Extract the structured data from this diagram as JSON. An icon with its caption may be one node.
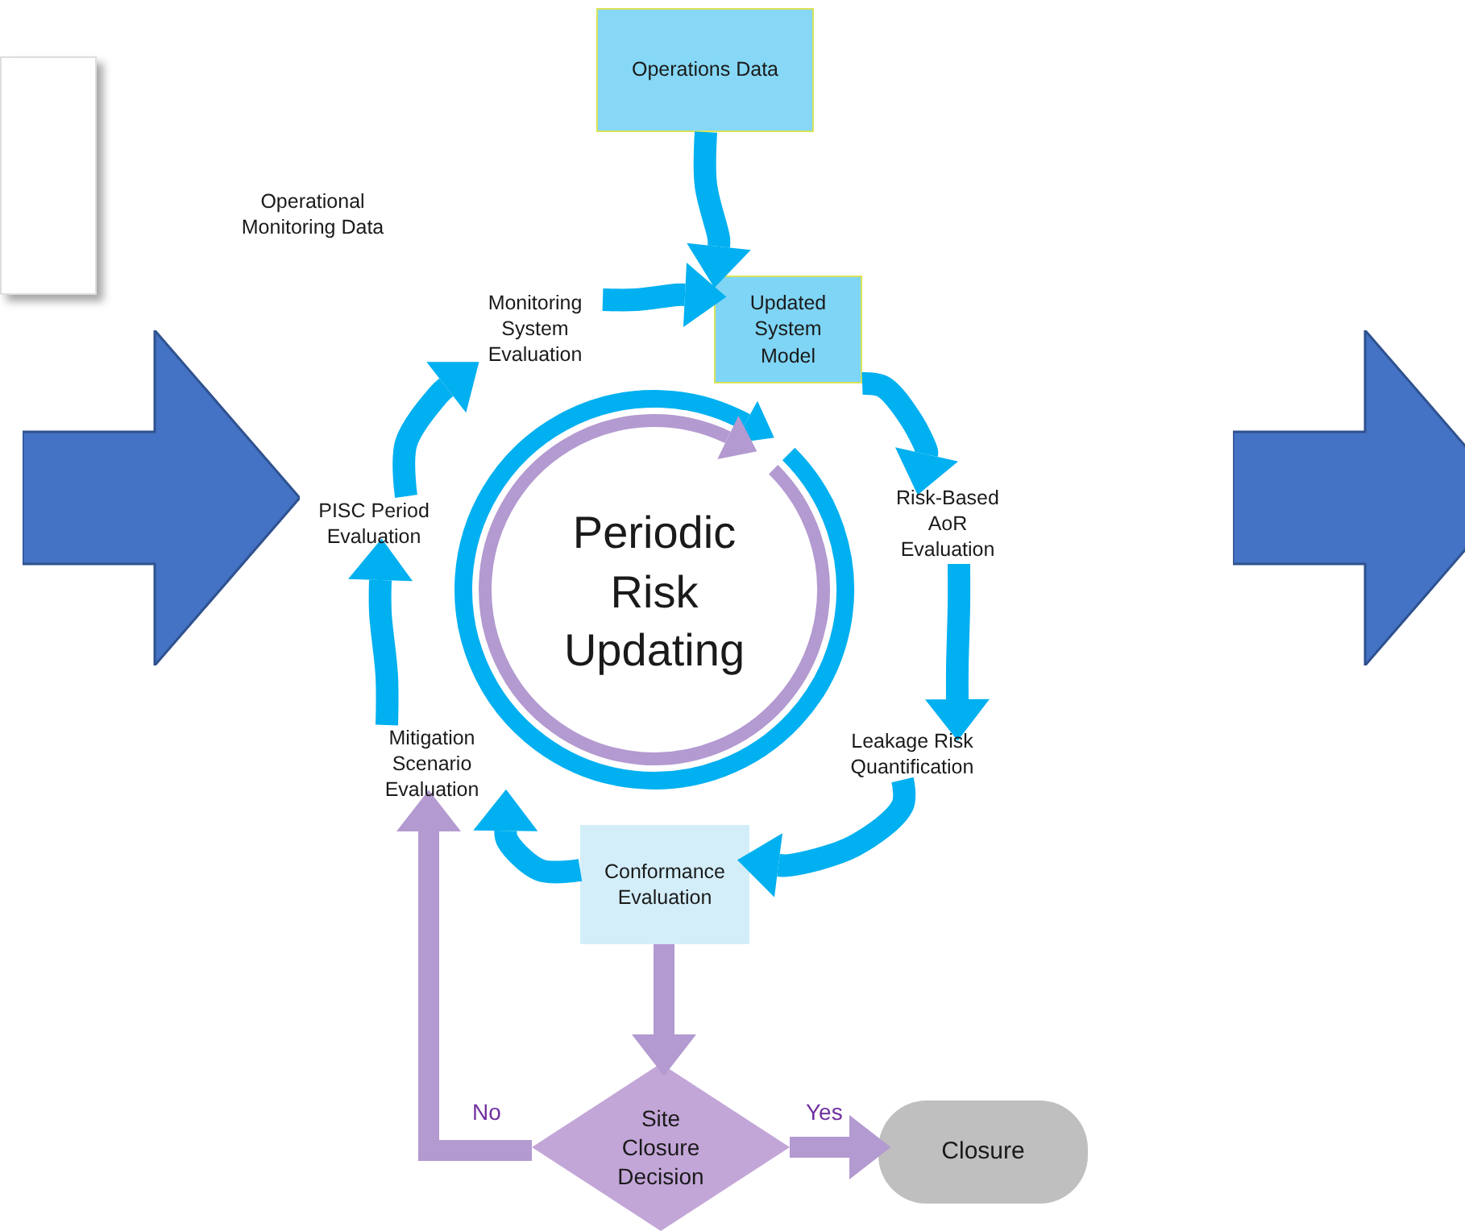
{
  "diagram": {
    "nodes": [
      {
        "text": [
          "Operations Data"
        ]
      },
      {
        "text": [
          "Updated System Model"
        ]
      },
      {
        "text": [
          "Risk-Based AoR Evaluation"
        ]
      },
      {
        "text": [
          "Leakage Risk Quantification"
        ]
      },
      {
        "text": [
          "Conformance Evaluation"
        ]
      },
      {
        "text": [
          "Mitigation Scenario Evaluation"
        ]
      },
      {
        "text": [
          "PISC Period Evaluation"
        ]
      },
      {
        "text": [
          "Monitoring System Evaluation"
        ]
      },
      {
        "text": [
          "Site Closure Decision"
        ]
      },
      {
        "text": [
          "Closure"
        ]
      },
      {
        "text": [],
        "shape": "ring"
      },
      {
        "text": [],
        "shape": "ring",
        "in": 10
      },
      {
        "text": [
          "Periodic Risk Updating"
        ],
        "in": 11
      },
      {
        "text": [],
        "shape": "box"
      },
      {
        "text": [],
        "shape": "arrow"
      },
      {
        "text": [],
        "shape": "arrow"
      }
    ],
    "edges": [
      {
        "from": 0,
        "to": 1,
        "arrow": "to"
      },
      {
        "from": 7,
        "to": 1,
        "arrow": "to"
      },
      {
        "from": 1,
        "to": 2,
        "arrow": "to"
      },
      {
        "from": 2,
        "to": 3,
        "arrow": "to"
      },
      {
        "from": 3,
        "to": 4,
        "arrow": "to"
      },
      {
        "from": 4,
        "to": 5,
        "arrow": "to"
      },
      {
        "from": 5,
        "to": 6,
        "arrow": "to"
      },
      {
        "from": 6,
        "to": 7,
        "arrow": "to"
      },
      {
        "from": 4,
        "to": 8,
        "arrow": "to",
        "color": "#b39ad0"
      },
      {
        "from": 8,
        "to": 5,
        "arrow": "to",
        "label": "No",
        "color": "#b39ad0"
      },
      {
        "from": 8,
        "to": 9,
        "arrow": "to",
        "label": "Yes",
        "color": "#b39ad0"
      }
    ],
    "labels": [
      "Operational Monitoring Data"
    ]
  }
}
